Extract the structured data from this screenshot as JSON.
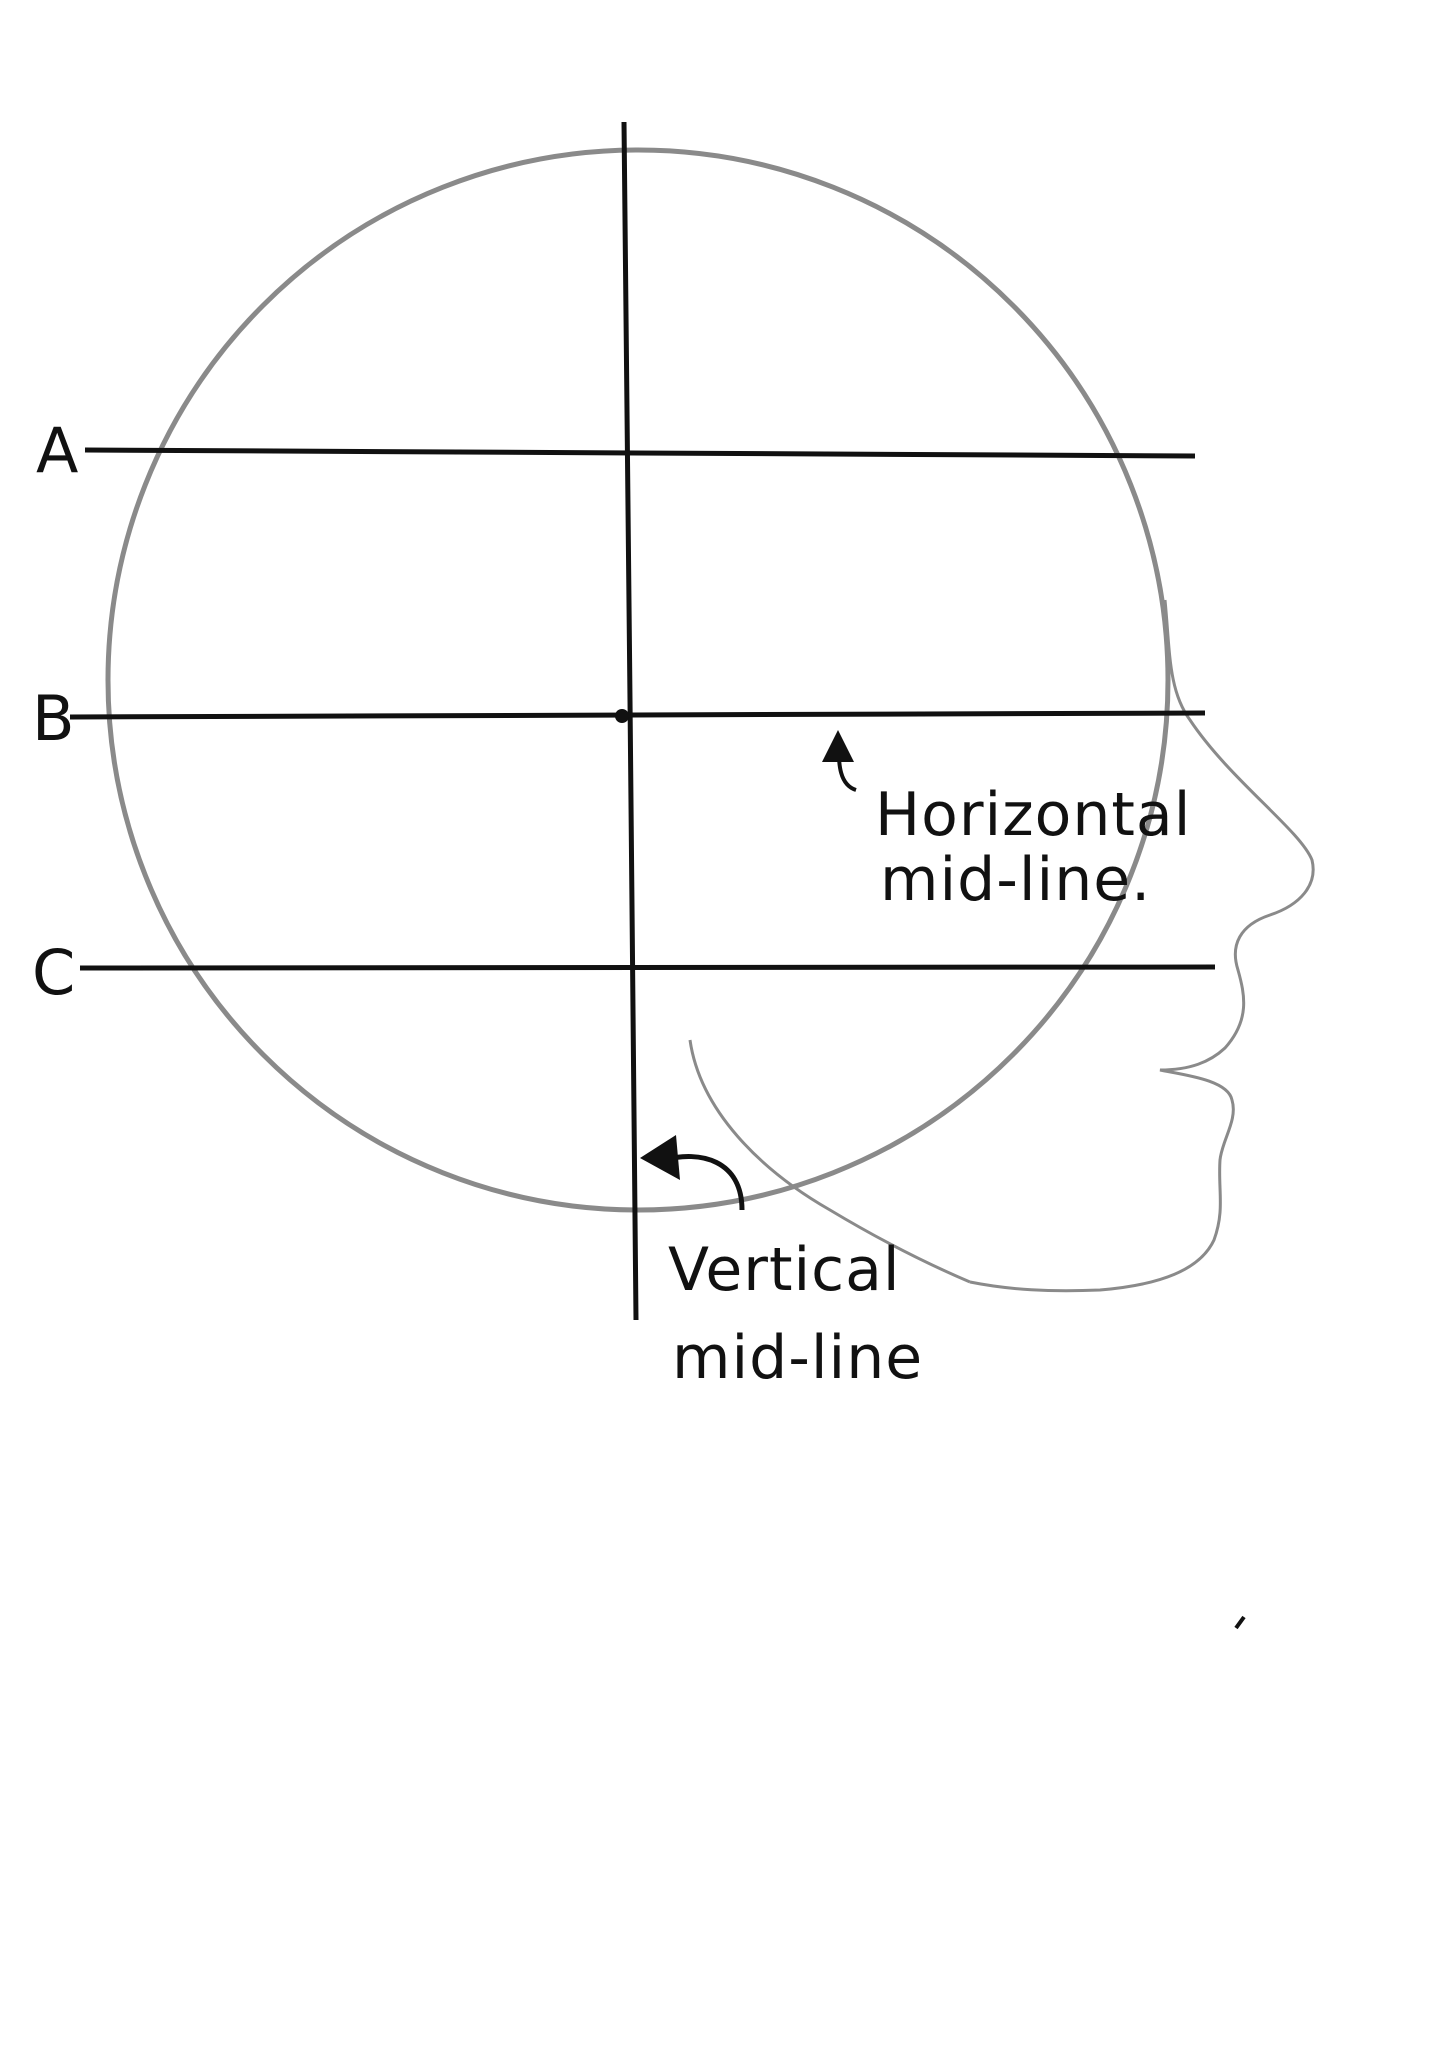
{
  "labels": {
    "line_a": "A",
    "line_b": "B",
    "line_c": "C",
    "horizontal_line1": "Horizontal",
    "horizontal_line2": "mid-line.",
    "vertical_line1": "Vertical",
    "vertical_line2": "mid-line"
  },
  "colors": {
    "ink": "#111111",
    "pencil": "#8a8a8a",
    "paper": "#ffffff"
  }
}
